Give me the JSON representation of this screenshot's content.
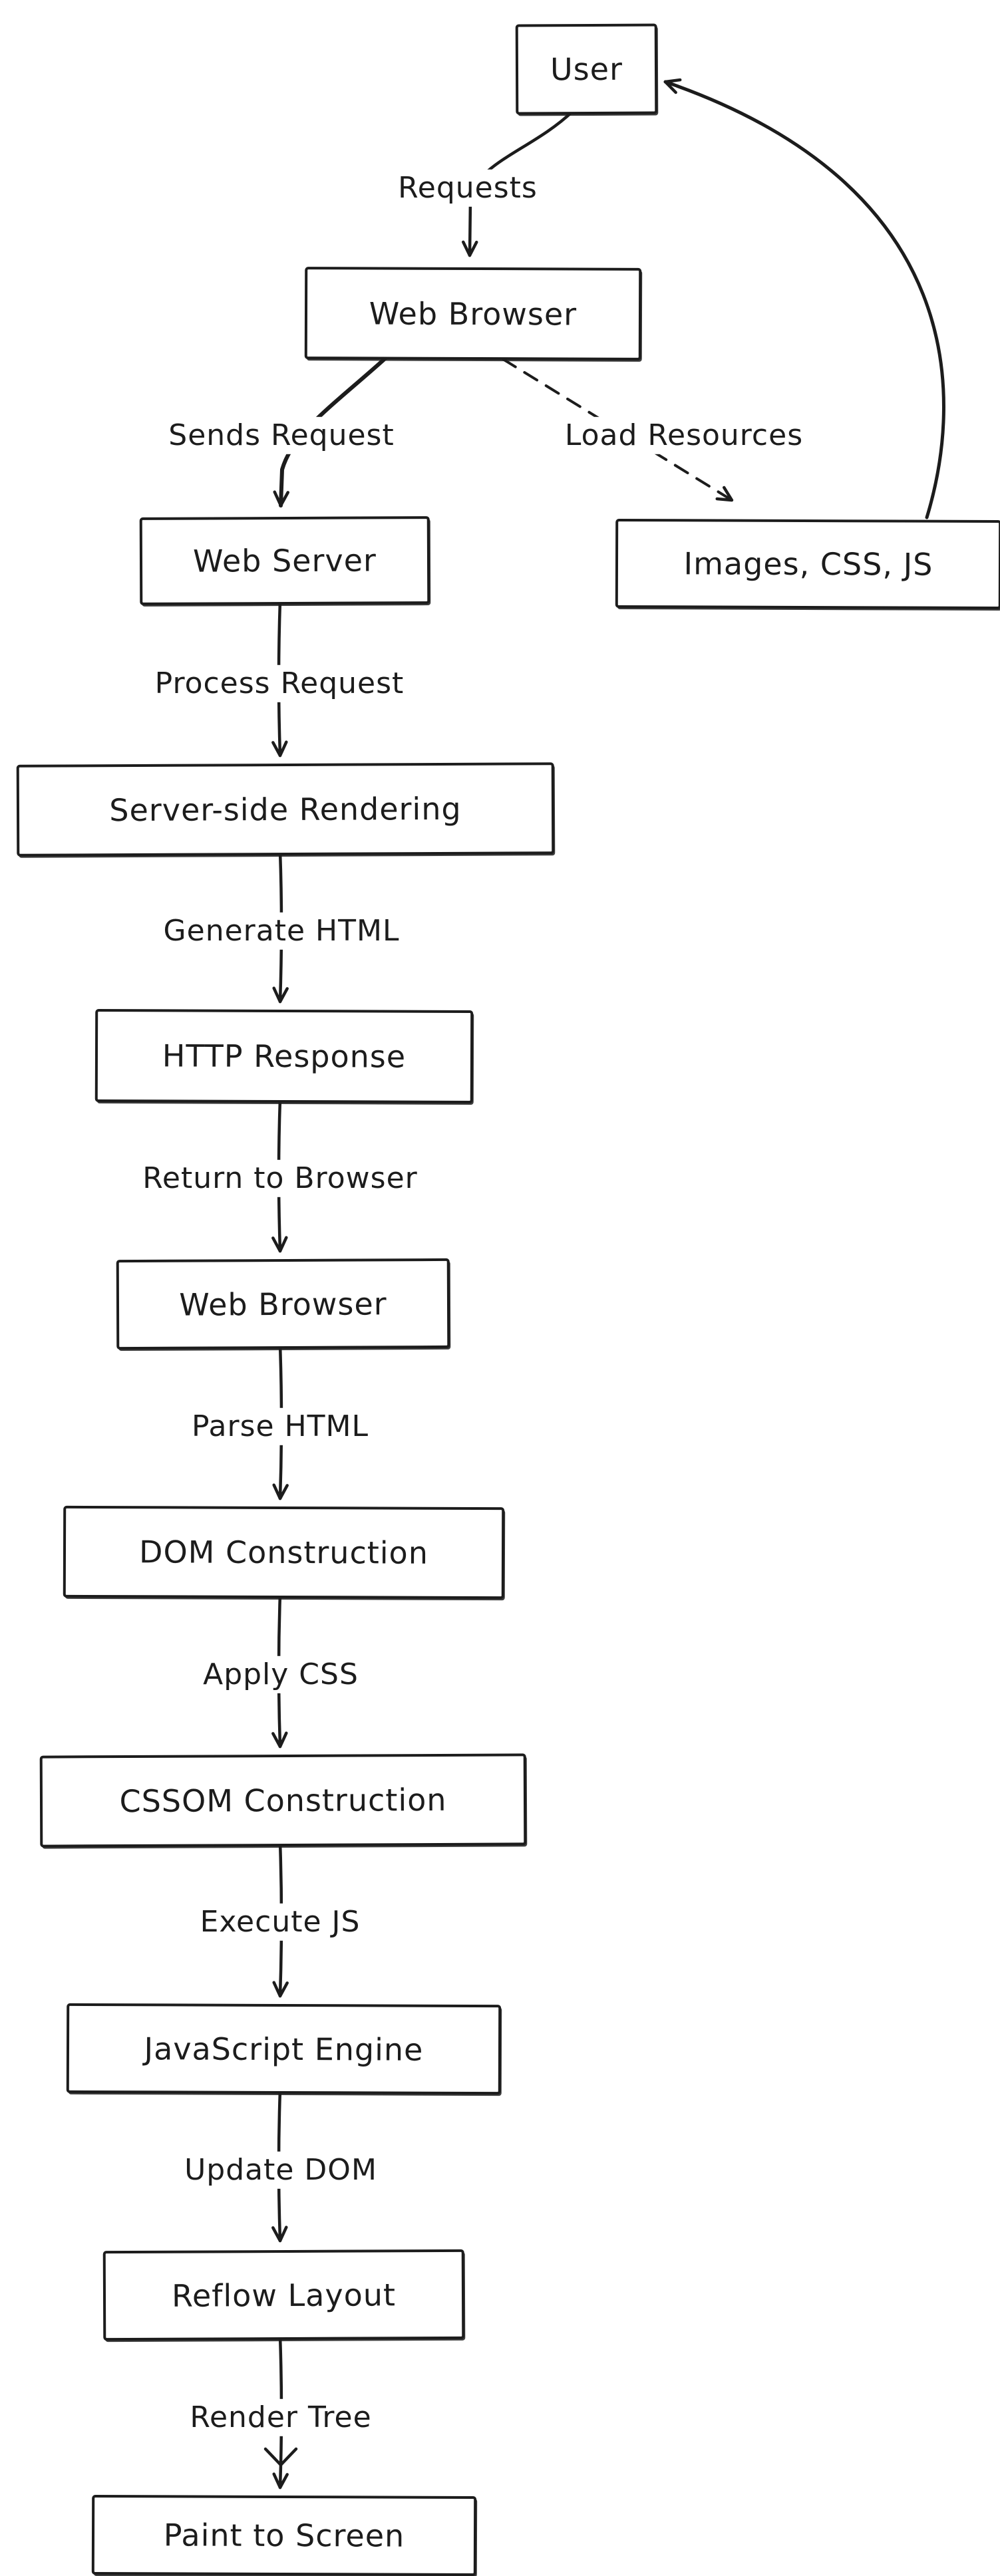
{
  "diagram": {
    "colors": {
      "stroke": "#1c1c1c",
      "background": "#ffffff"
    },
    "nodes": [
      {
        "id": "user",
        "label": "User"
      },
      {
        "id": "web-browser-1",
        "label": "Web Browser"
      },
      {
        "id": "web-server",
        "label": "Web Server"
      },
      {
        "id": "resources",
        "label": "Images, CSS, JS"
      },
      {
        "id": "server-side-rendering",
        "label": "Server-side Rendering"
      },
      {
        "id": "http-response",
        "label": "HTTP Response"
      },
      {
        "id": "web-browser-2",
        "label": "Web Browser"
      },
      {
        "id": "dom-construction",
        "label": "DOM Construction"
      },
      {
        "id": "cssom-construction",
        "label": "CSSOM Construction"
      },
      {
        "id": "javascript-engine",
        "label": "JavaScript Engine"
      },
      {
        "id": "reflow-layout",
        "label": "Reflow Layout"
      },
      {
        "id": "paint-to-screen",
        "label": "Paint to Screen"
      }
    ],
    "edges": [
      {
        "from": "User",
        "to": "Web Browser",
        "label": "Requests",
        "style": "solid"
      },
      {
        "from": "Web Browser",
        "to": "Web Server",
        "label": "Sends Request",
        "style": "solid-thick"
      },
      {
        "from": "Web Browser",
        "to": "Images, CSS, JS",
        "label": "Load Resources",
        "style": "dashed"
      },
      {
        "from": "Images, CSS, JS",
        "to": "User",
        "label": "",
        "style": "solid-curve"
      },
      {
        "from": "Web Server",
        "to": "Server-side Rendering",
        "label": "Process Request",
        "style": "solid"
      },
      {
        "from": "Server-side Rendering",
        "to": "HTTP Response",
        "label": "Generate HTML",
        "style": "solid"
      },
      {
        "from": "HTTP Response",
        "to": "Web Browser",
        "label": "Return to Browser",
        "style": "solid"
      },
      {
        "from": "Web Browser",
        "to": "DOM Construction",
        "label": "Parse HTML",
        "style": "solid"
      },
      {
        "from": "DOM Construction",
        "to": "CSSOM Construction",
        "label": "Apply CSS",
        "style": "solid"
      },
      {
        "from": "CSSOM Construction",
        "to": "JavaScript Engine",
        "label": "Execute JS",
        "style": "solid"
      },
      {
        "from": "JavaScript Engine",
        "to": "Reflow Layout",
        "label": "Update DOM",
        "style": "solid"
      },
      {
        "from": "Reflow Layout",
        "to": "Paint to Screen",
        "label": "Render Tree",
        "style": "solid-double-arrow"
      }
    ]
  }
}
